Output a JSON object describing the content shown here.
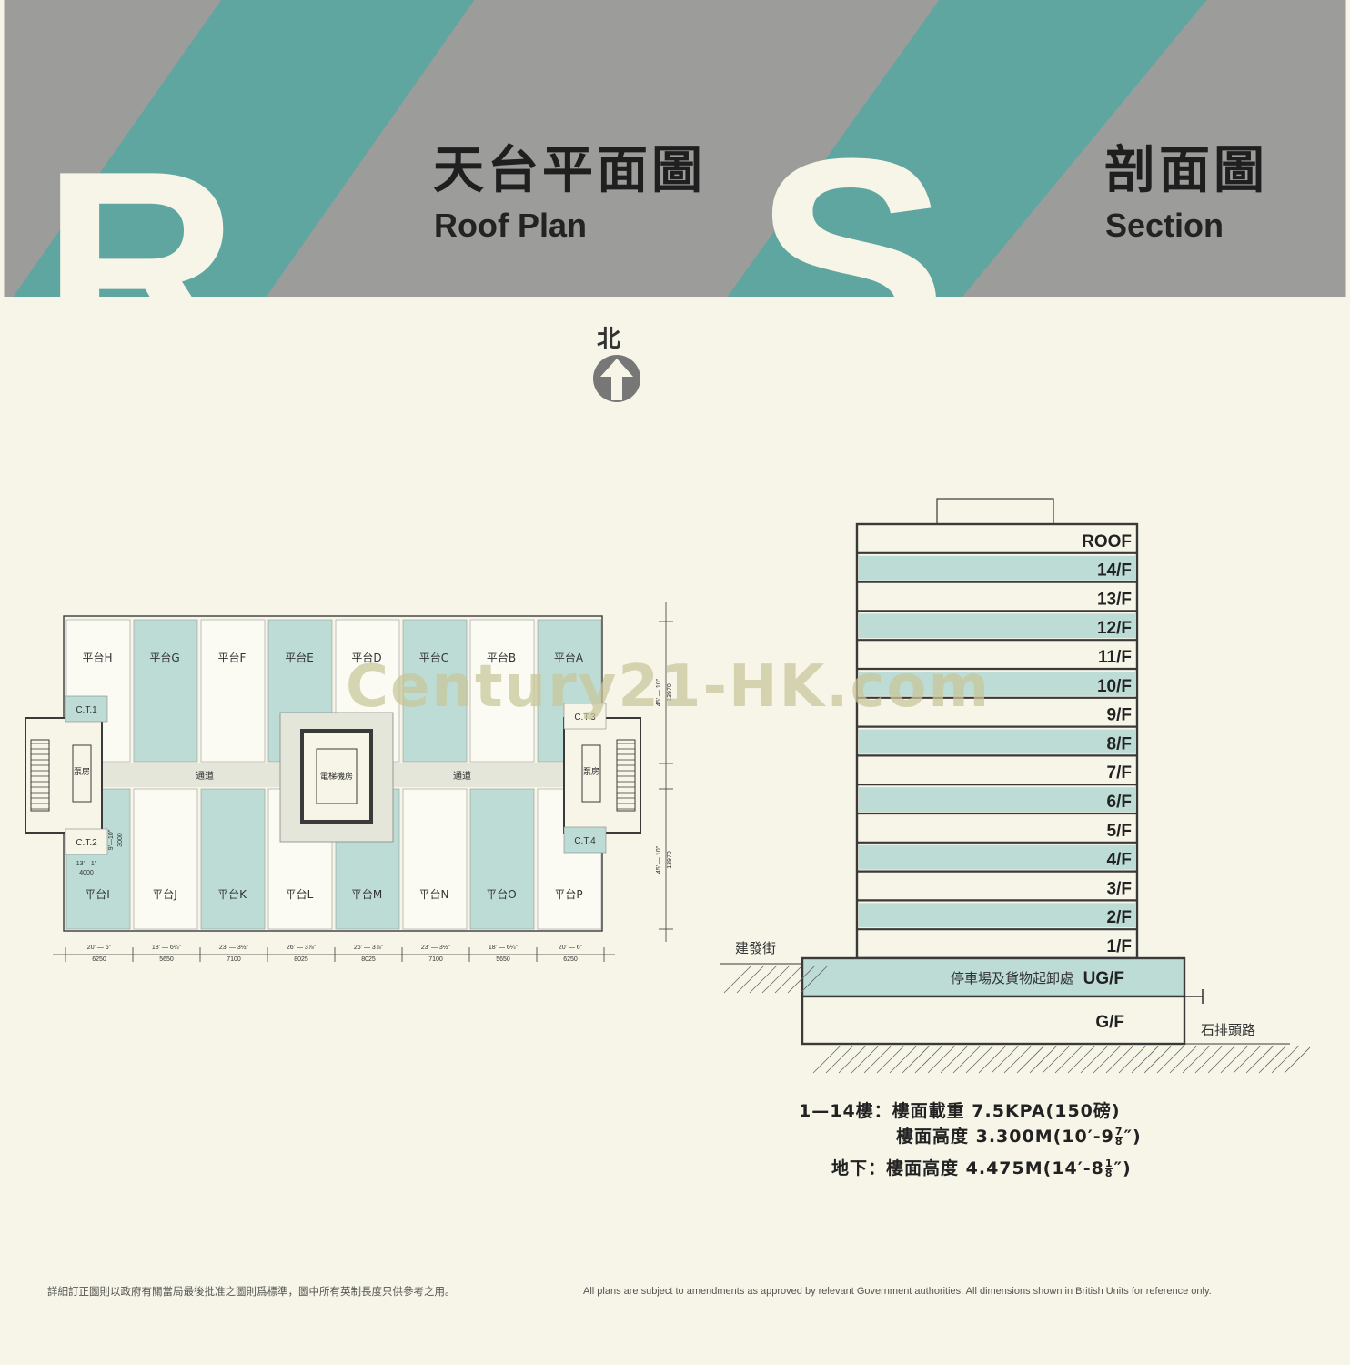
{
  "header": {
    "letter_left": "R",
    "letter_right": "S",
    "title_left_cn": "天台平面圖",
    "title_left_en": "Roof Plan",
    "title_right_cn": "剖面圖",
    "title_right_en": "Section"
  },
  "compass": {
    "label": "北"
  },
  "roof_plan": {
    "top_terraces": [
      "平台H",
      "平台G",
      "平台F",
      "平台E",
      "平台D",
      "平台C",
      "平台B",
      "平台A"
    ],
    "bottom_terraces": [
      "平台I",
      "平台J",
      "平台K",
      "平台L",
      "平台M",
      "平台N",
      "平台O",
      "平台P"
    ],
    "tanks": [
      "C.T.1",
      "C.T.2",
      "C.T.3",
      "C.T.4"
    ],
    "corridor_label": "通道",
    "lift_room_label": "電梯機房",
    "pump_room_label": "泵房",
    "tank_dims": {
      "height_imperial": "9'—10\"",
      "height_metric": "3000",
      "width_imperial": "13'—1\"",
      "width_metric": "4000"
    },
    "column_dims_imperial": [
      "20' — 6\"",
      "18' — 6¼\"",
      "23' — 3½\"",
      "26' — 3⅞\"",
      "26' — 3⅞\"",
      "23' — 3½\"",
      "18' — 6¼\"",
      "20' — 6\""
    ],
    "column_dims_metric": [
      "6250",
      "5650",
      "7100",
      "8025",
      "8025",
      "7100",
      "5650",
      "6250"
    ],
    "depth_imperial": "45' — 10\"",
    "depth_metric": "13970"
  },
  "section": {
    "floors": [
      "ROOF",
      "14/F",
      "13/F",
      "12/F",
      "11/F",
      "10/F",
      "9/F",
      "8/F",
      "7/F",
      "6/F",
      "5/F",
      "4/F",
      "3/F",
      "2/F",
      "1/F"
    ],
    "podium_note": "停車場及貨物起卸處",
    "podium_floor": "UG/F",
    "ground_floor": "G/F",
    "street_left": "建發街",
    "street_right": "石排頭路"
  },
  "specs": {
    "row1_label": "1—14樓：",
    "row1_text": "樓面載重 7.5KPA(150磅)",
    "row2_text_a": "樓面高度 3.300M(10′-9",
    "row2_frac_n": "7",
    "row2_frac_d": "8",
    "row2_text_b": "″)",
    "row3_label": "地下：",
    "row3_text_a": "樓面高度 4.475M(14′-8",
    "row3_frac_n": "1",
    "row3_frac_d": "8",
    "row3_text_b": "″)"
  },
  "watermark": "Century21-HK.com",
  "footer": {
    "cn": "詳細訂正圖則以政府有關當局最後批准之圖則爲標準，圖中所有英制長度只供參考之用。",
    "en": "All plans are subject to amendments as approved by relevant Government authorities. All dimensions shown in British Units for reference only."
  },
  "colors": {
    "teal": "#5fa6a1",
    "teal_light": "#bcdcd5",
    "gray_band": "#9c9c9a",
    "paper": "#f6f5e8",
    "line": "#3a3a3a"
  }
}
